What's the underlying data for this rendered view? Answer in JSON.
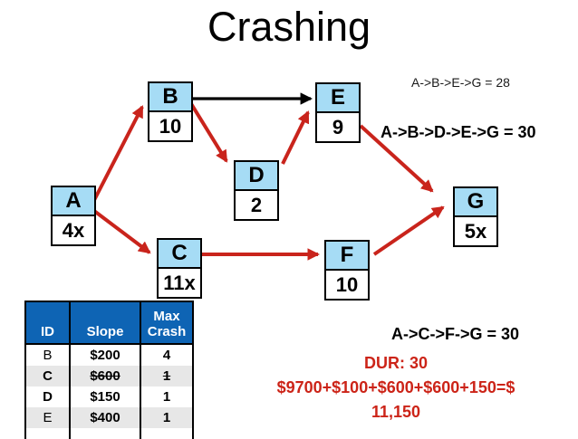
{
  "slide": {
    "title": "Crashing"
  },
  "colors": {
    "node_fill": "#A6DCF5",
    "node_border": "#000000",
    "arrow_red": "#C9241C",
    "arrow_black": "#000000",
    "red_text": "#CC2418",
    "table_header_bg": "#0E64B4",
    "table_header_text": "#FFFFFF",
    "row_stripe": "#E7E7E7"
  },
  "nodes": [
    {
      "id": "A",
      "label": "A",
      "value": "4x"
    },
    {
      "id": "B",
      "label": "B",
      "value": "10"
    },
    {
      "id": "C",
      "label": "C",
      "value": "11x"
    },
    {
      "id": "D",
      "label": "D",
      "value": "2"
    },
    {
      "id": "E",
      "label": "E",
      "value": "9"
    },
    {
      "id": "F",
      "label": "F",
      "value": "10"
    },
    {
      "id": "G",
      "label": "G",
      "value": "5x"
    }
  ],
  "edges": [
    {
      "from": "A",
      "to": "B",
      "color": "red"
    },
    {
      "from": "A",
      "to": "C",
      "color": "red"
    },
    {
      "from": "B",
      "to": "E",
      "color": "black"
    },
    {
      "from": "B",
      "to": "D",
      "color": "red"
    },
    {
      "from": "D",
      "to": "E",
      "color": "red"
    },
    {
      "from": "C",
      "to": "F",
      "color": "red"
    },
    {
      "from": "E",
      "to": "G",
      "color": "red"
    },
    {
      "from": "F",
      "to": "G",
      "color": "red"
    }
  ],
  "annotations": {
    "path_abeg": "A->B->E->G = 28",
    "path_abdeg": "A->B->D->E->G = 30",
    "path_acfg": "A->C->F->G = 30",
    "duration": "DUR: 30",
    "cost_line1": "$9700+$100+$600+$600+150=$",
    "cost_line2": "11,150"
  },
  "crash_table": {
    "headers": [
      "ID",
      "Slope",
      "Max Crash"
    ],
    "rows": [
      {
        "id": "B",
        "slope": "$200",
        "max_crash": "4",
        "struck": false
      },
      {
        "id": "C",
        "slope": "$600",
        "max_crash": "1",
        "struck": true
      },
      {
        "id": "D",
        "slope": "$150",
        "max_crash": "1",
        "struck": false
      },
      {
        "id": "E",
        "slope": "$400",
        "max_crash": "1",
        "struck": false
      }
    ]
  }
}
